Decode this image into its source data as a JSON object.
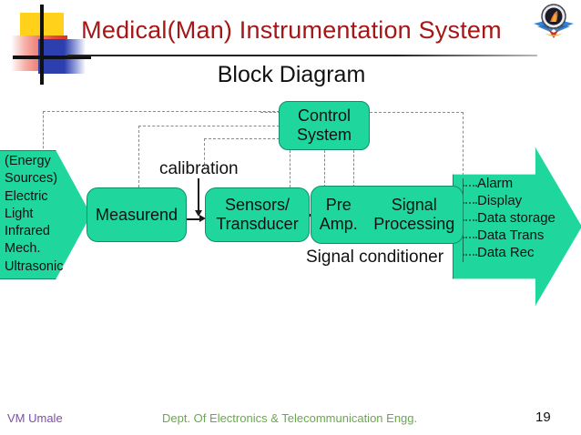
{
  "header": {
    "title": "Medical(Man) Instrumentation System",
    "subtitle": "Block Diagram",
    "logo_icon": "college-emblem-icon"
  },
  "diagram": {
    "energy_source": {
      "name": "energy-sources-arrow",
      "lines": [
        "(Energy",
        "Sources)",
        "Electric",
        "Light",
        "Infrared",
        "Mech.",
        "Ultrasonic"
      ]
    },
    "blocks": [
      {
        "id": "control",
        "line1": "Control",
        "line2": "System"
      },
      {
        "id": "measurend",
        "line1": "Measurend",
        "line2": ""
      },
      {
        "id": "sensors",
        "line1": "Sensors/",
        "line2": "Transducer"
      }
    ],
    "signal_conditioner": {
      "cells": [
        "Pre",
        "Signal",
        "Amp.",
        "Processing"
      ],
      "caption": "Signal conditioner"
    },
    "calibration_label": "calibration",
    "outputs": {
      "name": "output-arrow",
      "items": [
        "Alarm",
        "Display",
        "Data storage",
        "Data Trans",
        "Data  Rec"
      ]
    }
  },
  "footer": {
    "author": "VM Umale",
    "department": "Dept. Of Electronics & Telecommunication Engg.",
    "page_number": "19"
  },
  "colors": {
    "block_fill": "#1FD79C",
    "title": "#A51616",
    "footer_author": "#7B4FA6",
    "footer_department": "#6AA84F"
  }
}
